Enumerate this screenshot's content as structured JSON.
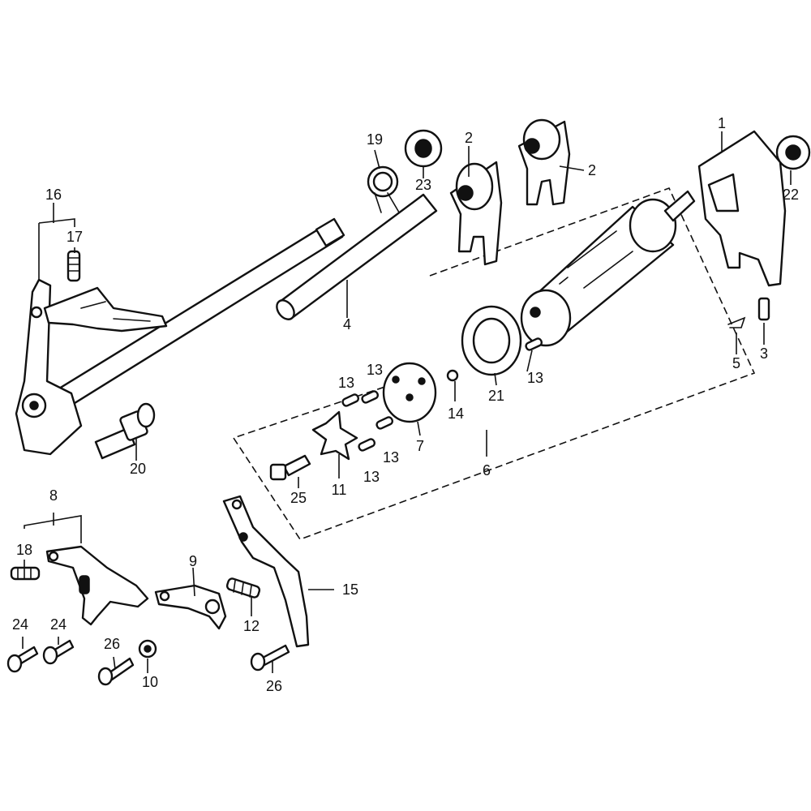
{
  "callouts": {
    "c1": "1",
    "c2a": "2",
    "c2b": "2",
    "c3": "3",
    "c4": "4",
    "c5": "5",
    "c6": "6",
    "c7": "7",
    "c8": "8",
    "c9": "9",
    "c10": "10",
    "c11": "11",
    "c12": "12",
    "c13a": "13",
    "c13b": "13",
    "c13c": "13",
    "c13d": "13",
    "c13e": "13",
    "c14": "14",
    "c15": "15",
    "c16": "16",
    "c17": "17",
    "c18": "18",
    "c19": "19",
    "c20": "20",
    "c21": "21",
    "c22": "22",
    "c23": "23",
    "c24a": "24",
    "c24b": "24",
    "c25": "25",
    "c26a": "26",
    "c26b": "26"
  }
}
